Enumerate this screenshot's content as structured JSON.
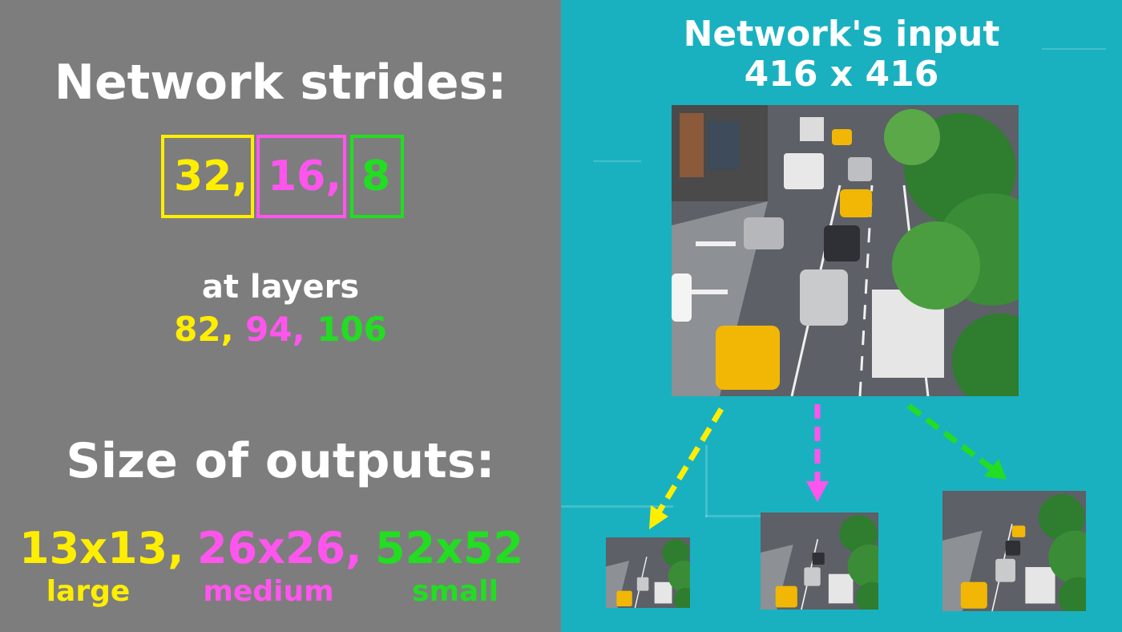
{
  "left_panel": {
    "strides_title": "Network strides:",
    "strides": [
      {
        "text": "32,",
        "color": "#ffee00"
      },
      {
        "text": "16,",
        "color": "#ff55ee"
      },
      {
        "text": "8",
        "color": "#22dd22"
      }
    ],
    "layers_label": "at layers",
    "layers": [
      {
        "text": "82,",
        "color": "#ffee00"
      },
      {
        "text": "94,",
        "color": "#ff55ee"
      },
      {
        "text": "106",
        "color": "#22dd22"
      }
    ],
    "outputs_title": "Size of outputs:",
    "outputs": [
      {
        "size": "13x13",
        "sep": ",",
        "label": "large",
        "color": "#ffee00"
      },
      {
        "size": "26x26",
        "sep": ",",
        "label": "medium",
        "color": "#ff55ee"
      },
      {
        "size": "52x52",
        "sep": "",
        "label": "small",
        "color": "#22dd22"
      }
    ]
  },
  "right_panel": {
    "input_title_line1": "Network's input",
    "input_title_line2": "416 x 416",
    "arrow_colors": [
      "#ffee00",
      "#ff55ee",
      "#22dd22"
    ]
  },
  "colors": {
    "left_background": "#7d7d7d",
    "right_background": "#19b1c0",
    "yellow": "#ffee00",
    "magenta": "#ff55ee",
    "green": "#22dd22"
  }
}
